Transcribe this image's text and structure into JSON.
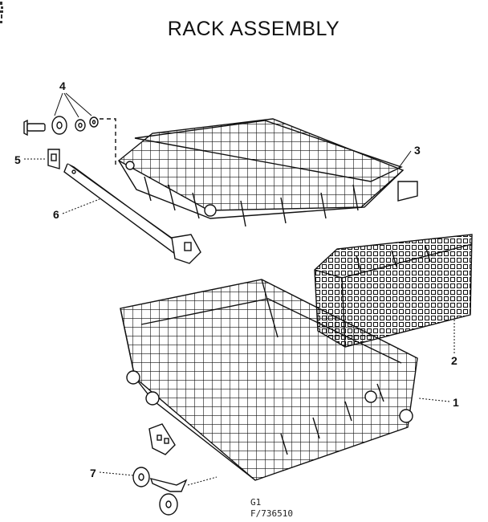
{
  "title": "RACK ASSEMBLY",
  "callouts": [
    {
      "id": "4",
      "label": "4"
    },
    {
      "id": "5",
      "label": "5"
    },
    {
      "id": "6",
      "label": "6"
    },
    {
      "id": "3",
      "label": "3"
    },
    {
      "id": "2",
      "label": "2"
    },
    {
      "id": "1",
      "label": "1"
    },
    {
      "id": "7",
      "label": "7"
    }
  ],
  "footer": {
    "line1": "G1",
    "line2": "F/736510"
  }
}
